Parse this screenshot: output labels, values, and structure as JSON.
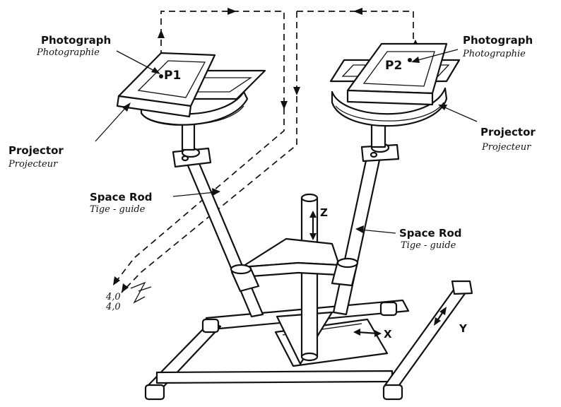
{
  "labels": {
    "photograph_left": "Photograph",
    "photograph_left_fr": "Photographie",
    "photograph_right": "Photograph",
    "photograph_right_fr": "Photographie",
    "projector_left": "Projector",
    "projector_left_fr": "Projecteur",
    "projector_right": "Projector",
    "projector_right_fr": "Projecteur",
    "space_rod_left": "Space Rod",
    "space_rod_left_fr": "Tige - guide",
    "space_rod_right": "Space Rod",
    "space_rod_right_fr": "Tige - guide",
    "point_left": "P1",
    "point_right": "P2",
    "axis_x": "X",
    "axis_y": "Y",
    "axis_z": "Z",
    "link_mark_1": "4,0",
    "link_mark_2": "4,0"
  }
}
